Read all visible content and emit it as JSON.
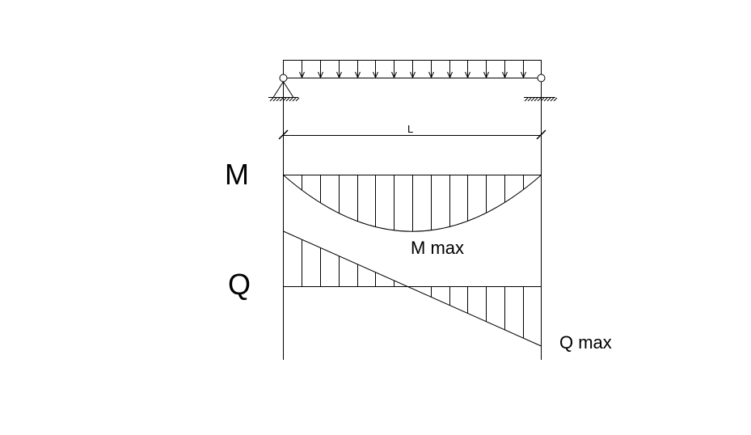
{
  "labels": {
    "span": "L",
    "moment": "M",
    "shear": "Q",
    "moment_max": "M max",
    "shear_max": "Q max"
  },
  "diagram": {
    "load_arrow_count": 13,
    "hatch_count": 13,
    "line_color": "#000000"
  }
}
